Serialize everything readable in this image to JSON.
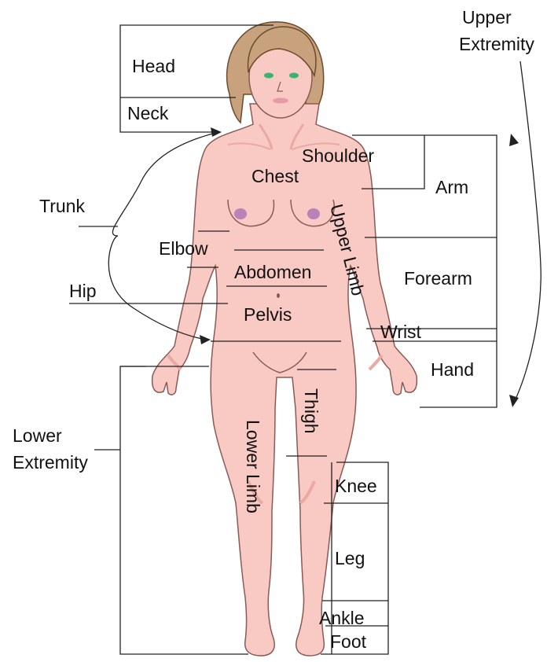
{
  "labels": {
    "head": "Head",
    "neck": "Neck",
    "trunk": "Trunk",
    "chest": "Chest",
    "shoulder": "Shoulder",
    "arm": "Arm",
    "upper_extremity_line1": "Upper",
    "upper_extremity_line2": "Extremity",
    "upper_limb": "Upper Limb",
    "elbow": "Elbow",
    "abdomen": "Abdomen",
    "hip": "Hip",
    "pelvis": "Pelvis",
    "forearm": "Forearm",
    "wrist": "Wrist",
    "hand": "Hand",
    "lower_extremity_line1": "Lower",
    "lower_extremity_line2": "Extremity",
    "thigh": "Thigh",
    "lower_limb": "Lower Limb",
    "knee": "Knee",
    "leg": "Leg",
    "ankle": "Ankle",
    "foot": "Foot"
  },
  "colors": {
    "skin": "#f9c9c4",
    "skin_outline": "#8a5a55",
    "skin_shade": "#eaa9a2",
    "hair": "#c7a27c",
    "hair_outline": "#6b4a2e",
    "areola": "#b783b8",
    "lips": "#e79aa6",
    "eyes": "#3bb36b",
    "line": "#222222"
  }
}
